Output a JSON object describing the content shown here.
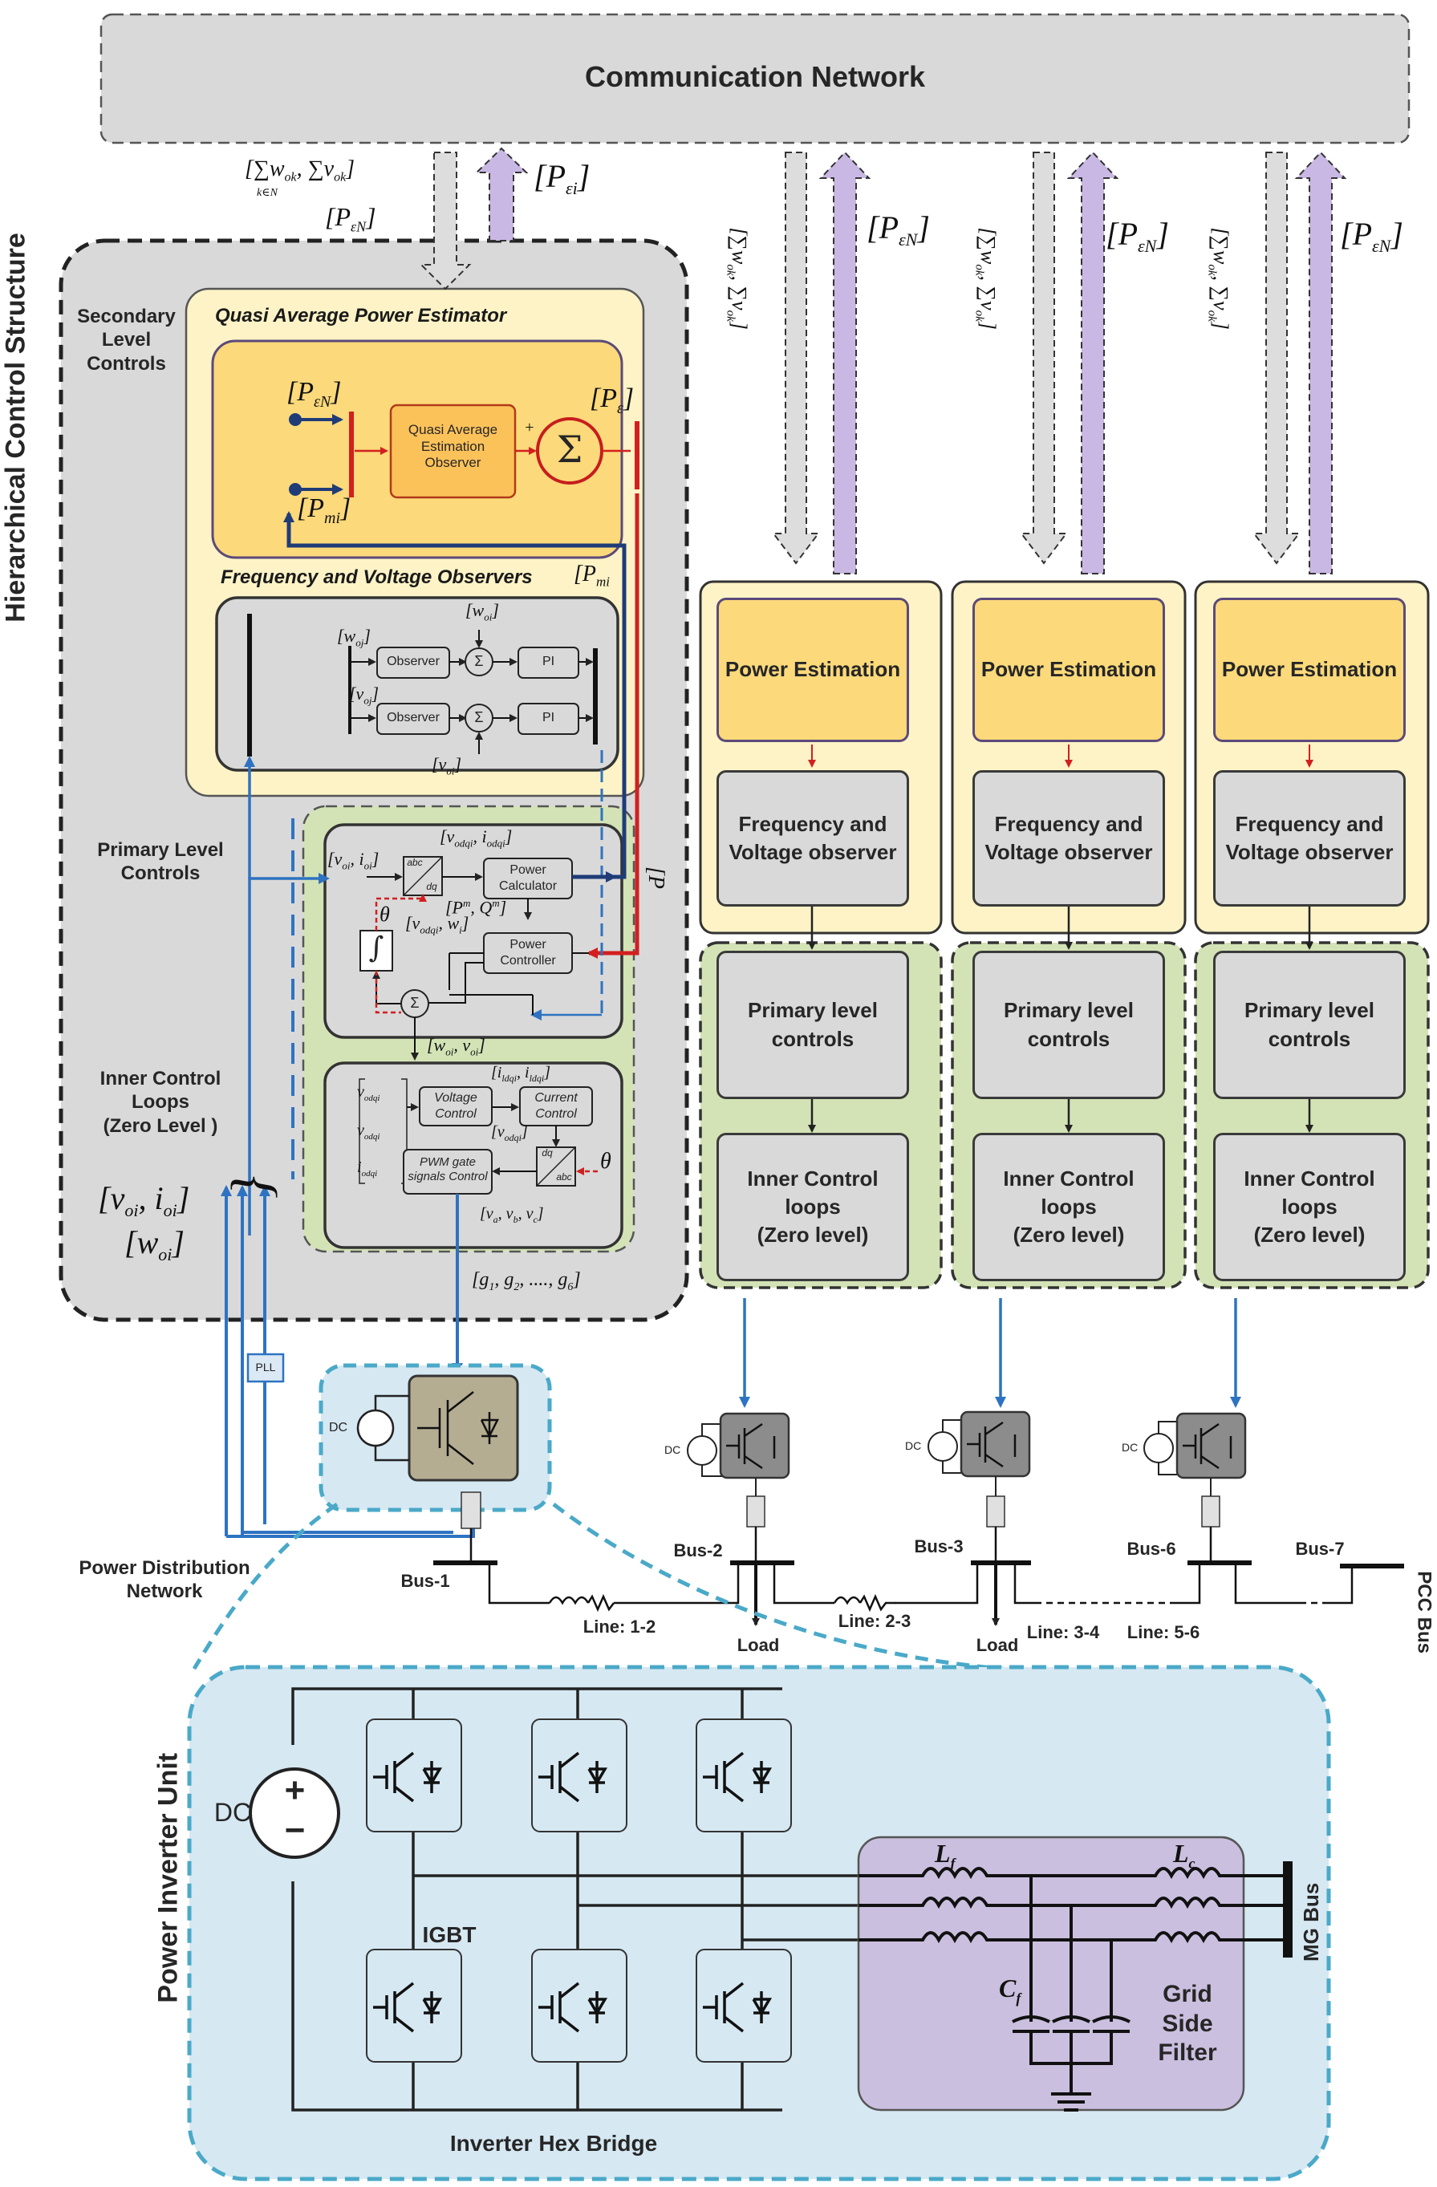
{
  "communication_network": "Communication Network",
  "hierarchical_title": "Hierarchical Control Structure",
  "level_labels": {
    "secondary": [
      "Secondary",
      "Level",
      "Controls"
    ],
    "primary": [
      "Primary Level",
      "Controls"
    ],
    "inner": [
      "Inner Control",
      "Loops",
      "(Zero Level )"
    ]
  },
  "estimator": {
    "title": "Quasi Average Power Estimator",
    "observer_block": [
      "Quasi Average",
      "Estimation",
      "Observer"
    ],
    "sum": "Σ",
    "plus": "+",
    "p_en": "[P",
    "p_en_sub": "εN",
    "p_mi": "[P",
    "p_mi_sub": "mi",
    "p_e": "[P",
    "p_e_sub": "ε"
  },
  "freq_voltage": {
    "title": "Frequency and Voltage Observers",
    "observer": "Observer",
    "pi": "PI",
    "sum": "Σ",
    "w_oj": "[w",
    "w_oj_sub": "oj",
    "w_oi": "[w",
    "w_oi_sub": "oi",
    "v_oj": "[v",
    "v_oj_sub": "oj",
    "v_oi": "[v",
    "v_oi_sub": "oi",
    "p_mi_right": "[P",
    "p_mi_right_sub": "mi"
  },
  "primary_block": {
    "v_i": "[v",
    "v_i_sub": "oi",
    "i_i": ", i",
    "i_i_sub": "oi",
    "vodq": "[v",
    "vodq_sub": "odqi",
    "iodq": ", i",
    "iodq_sub": "odqi",
    "abc": "abc",
    "dq": "dq",
    "power_calc": [
      "Power",
      "Calculator"
    ],
    "pm_qm": "[P",
    "pm_qm_sup": "m",
    "pm_qm_q": ", Q",
    "pm_qm_q_sup": "m",
    "theta": "θ",
    "integrator": "∫",
    "vref": "[v",
    "vref_sub": "odqi",
    "wref": ", w",
    "wref_sub": "i",
    "power_ctrl": [
      "Power",
      "Controller"
    ],
    "sum": "Σ",
    "p_label": "[P",
    "w_v_out": "[w",
    "w_v_out_sub": "oi",
    "w_v_out_v": ", v",
    "w_v_out_v_sub": "oi"
  },
  "inner_block": {
    "idq_top": "[i",
    "idq_top_sub": "ldqi",
    "idq_top2": ", i",
    "idq_top2_sub": "ldqi",
    "vec": [
      "v",
      "v",
      "i"
    ],
    "vec_sub": [
      "odqi",
      "odqi",
      "odqi"
    ],
    "voltage_ctrl": [
      "Voltage",
      "Control"
    ],
    "current_ctrl": [
      "Current",
      "Control"
    ],
    "vodq_mid": "[v",
    "vodq_mid_sub": "odqi",
    "pwm": [
      "PWM gate",
      "signals Control"
    ],
    "dq": "dq",
    "abc": "abc",
    "theta": "θ",
    "vabc": "[v",
    "vabc_a": "a",
    "vabc_b": ", v",
    "vabc_b_sub": "b",
    "vabc_c": ", v",
    "vabc_c_sub": "c"
  },
  "gate_signals": "[g",
  "gate_signals_rest": ", g",
  "gate_signals_end": ", ...., g",
  "gate_subs": [
    "1",
    "2",
    "6"
  ],
  "left_measure": {
    "v": "[v",
    "v_sub": "oi",
    "i": ", i",
    "i_sub": "oi",
    "w": "[w",
    "w_sub": "oi",
    "brace": "}"
  },
  "pll": "PLL",
  "comm_top_left": {
    "sum1": "[∑",
    "w": "w",
    "w_sub": "ok",
    "sum2": ", ∑",
    "v": "v",
    "v_sub": "ok",
    "kn": "k∈N",
    "p_en": "[P",
    "p_en_sub": "εN",
    "p_ei": "[P",
    "p_ei_sub": "εi"
  },
  "comm_right_label": "[P",
  "comm_right_sub": "εN",
  "units": [
    {
      "pe": "Power Estimation",
      "fv": [
        "Frequency and",
        "Voltage observer"
      ],
      "pl": [
        "Primary level",
        "controls"
      ],
      "il": [
        "Inner Control",
        "loops",
        "(Zero level)"
      ]
    },
    {
      "pe": "Power Estimation",
      "fv": [
        "Frequency and",
        "Voltage observer"
      ],
      "pl": [
        "Primary level",
        "controls"
      ],
      "il": [
        "Inner Control",
        "loops",
        "(Zero level)"
      ]
    },
    {
      "pe": "Power Estimation",
      "fv": [
        "Frequency and",
        "Voltage observer"
      ],
      "pl": [
        "Primary level",
        "controls"
      ],
      "il": [
        "Inner Control",
        "loops",
        "(Zero level)"
      ]
    }
  ],
  "network": {
    "dc": "DC",
    "buses": [
      "Bus-1",
      "Bus-2",
      "Bus-3",
      "Bus-6",
      "Bus-7"
    ],
    "lines": [
      "Line: 1-2",
      "Line: 2-3",
      "Line: 3-4",
      "Line: 5-6"
    ],
    "loads": [
      "Load",
      "Load"
    ],
    "pcc": "PCC Bus",
    "pdn": [
      "Power Distribution",
      "Network"
    ]
  },
  "inverter": {
    "title": "Power Inverter Unit",
    "dc": "DC",
    "igbt": "IGBT",
    "hex": "Inverter Hex Bridge",
    "lf": "L",
    "lf_sub": "f",
    "lc": "L",
    "lc_sub": "c",
    "cf": "C",
    "cf_sub": "f",
    "filter": [
      "Grid",
      "Side",
      "Filter"
    ],
    "mg_bus": "MG Bus"
  },
  "colors": {
    "gray_bg": "#d9d9d9",
    "yellow_bg": "#fdf3c6",
    "orange_bg": "#fcd97a",
    "green_bg": "#d3e3b6",
    "purple_arrow": "#c9b8e3",
    "blue_line": "#2e73c1",
    "red_line": "#d21f1f",
    "navy_line": "#1f3c78",
    "cyan_border": "#4aa9c8",
    "light_blue_bg": "#d6e8f2",
    "filter_bg": "#cbbfdf"
  }
}
